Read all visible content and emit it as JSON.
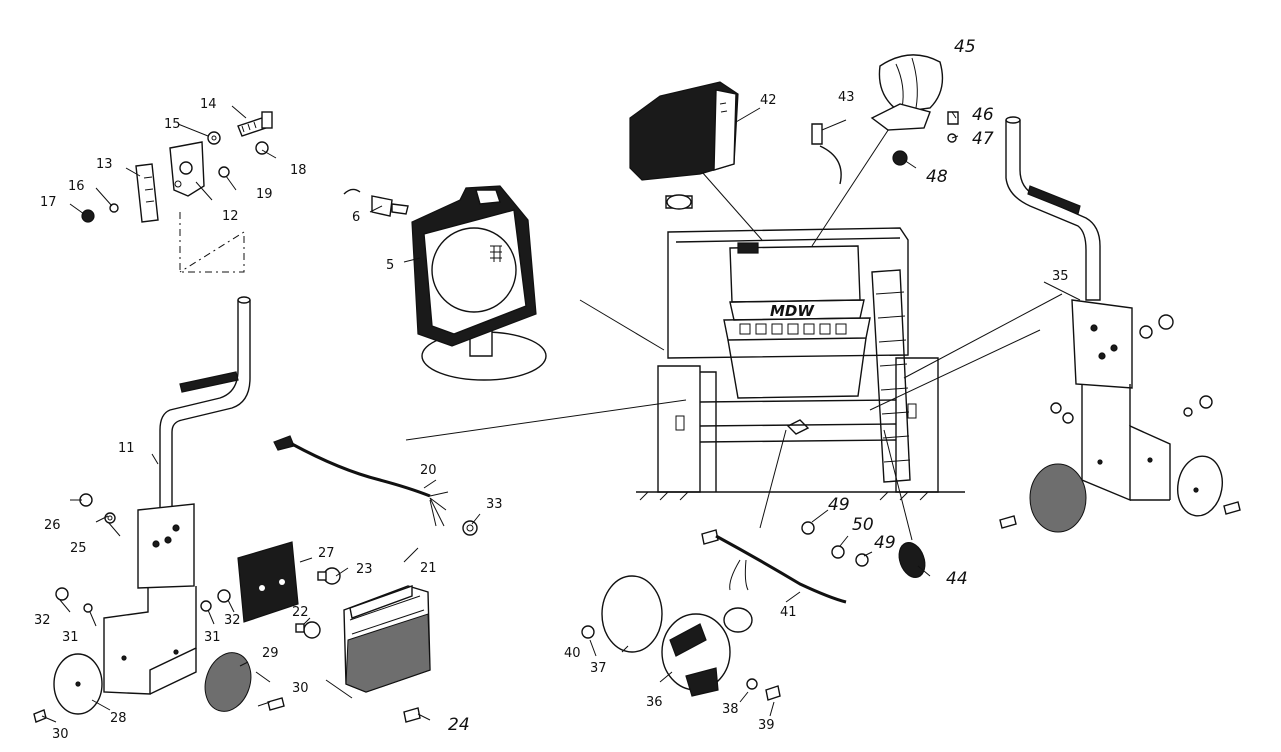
{
  "diagram": {
    "logo_text": "MDW",
    "callouts": [
      {
        "id": "c5",
        "text": "5"
      },
      {
        "id": "c6",
        "text": "6"
      },
      {
        "id": "c11",
        "text": "11"
      },
      {
        "id": "c12",
        "text": "12"
      },
      {
        "id": "c13",
        "text": "13"
      },
      {
        "id": "c14",
        "text": "14"
      },
      {
        "id": "c15",
        "text": "15"
      },
      {
        "id": "c16",
        "text": "16"
      },
      {
        "id": "c17",
        "text": "17"
      },
      {
        "id": "c18",
        "text": "18"
      },
      {
        "id": "c19",
        "text": "19"
      },
      {
        "id": "c20",
        "text": "20"
      },
      {
        "id": "c21",
        "text": "21"
      },
      {
        "id": "c22",
        "text": "22"
      },
      {
        "id": "c23",
        "text": "23"
      },
      {
        "id": "c24",
        "text": "24"
      },
      {
        "id": "c25",
        "text": "25"
      },
      {
        "id": "c26",
        "text": "26"
      },
      {
        "id": "c27",
        "text": "27"
      },
      {
        "id": "c28",
        "text": "28"
      },
      {
        "id": "c29",
        "text": "29"
      },
      {
        "id": "c30a",
        "text": "30"
      },
      {
        "id": "c30b",
        "text": "30"
      },
      {
        "id": "c31a",
        "text": "31"
      },
      {
        "id": "c31b",
        "text": "31"
      },
      {
        "id": "c32a",
        "text": "32"
      },
      {
        "id": "c32b",
        "text": "32"
      },
      {
        "id": "c33",
        "text": "33"
      },
      {
        "id": "c35",
        "text": "35"
      },
      {
        "id": "c36",
        "text": "36"
      },
      {
        "id": "c37",
        "text": "37"
      },
      {
        "id": "c38",
        "text": "38"
      },
      {
        "id": "c39",
        "text": "39"
      },
      {
        "id": "c40",
        "text": "40"
      },
      {
        "id": "c41",
        "text": "41"
      },
      {
        "id": "c42",
        "text": "42"
      },
      {
        "id": "c43",
        "text": "43"
      },
      {
        "id": "c44",
        "text": "44"
      },
      {
        "id": "c45",
        "text": "45"
      },
      {
        "id": "c46",
        "text": "46"
      },
      {
        "id": "c47",
        "text": "47"
      },
      {
        "id": "c48",
        "text": "48"
      },
      {
        "id": "c49a",
        "text": "49"
      },
      {
        "id": "c49b",
        "text": "49"
      },
      {
        "id": "c50",
        "text": "50"
      }
    ]
  }
}
